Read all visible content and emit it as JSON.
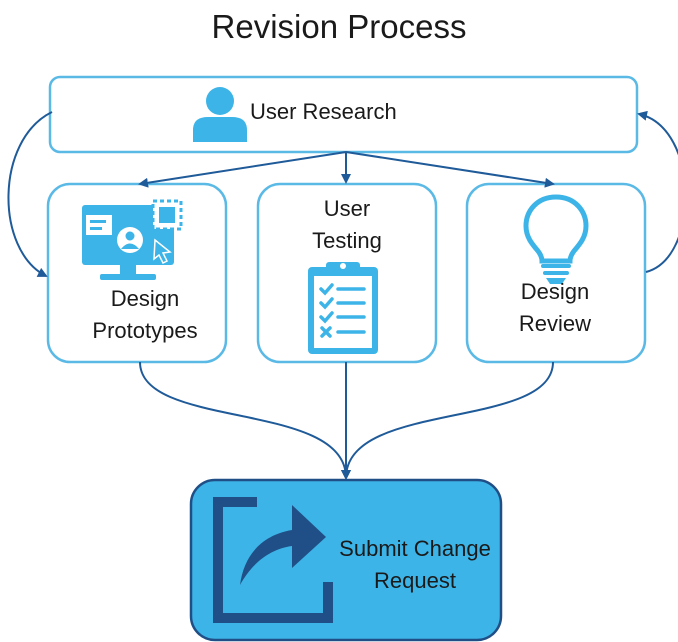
{
  "title": "Revision Process",
  "nodes": {
    "user_research": {
      "label": "User Research",
      "icon": "user-icon"
    },
    "design_prototypes": {
      "lines": [
        "Design",
        "Prototypes"
      ],
      "icon": "monitor-prototype-icon"
    },
    "user_testing": {
      "lines": [
        "User",
        "Testing"
      ],
      "icon": "clipboard-checklist-icon"
    },
    "design_review": {
      "lines": [
        "Design",
        "Review"
      ],
      "icon": "lightbulb-icon"
    },
    "submit_change_request": {
      "lines": [
        "Submit Change",
        "Request"
      ],
      "icon": "share-export-icon"
    }
  },
  "colors": {
    "box_border": "#5bb9e6",
    "icon": "#3db4e7",
    "arrow": "#1f5a99",
    "submit_fill": "#3db4e7",
    "submit_border": "#1f4f86",
    "share_icon": "#1f4f86"
  }
}
